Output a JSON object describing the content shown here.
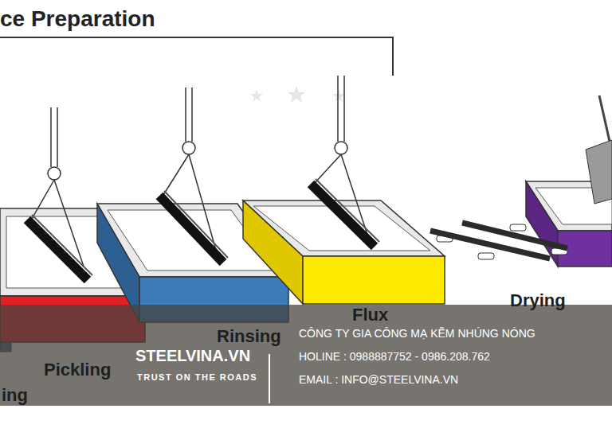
{
  "diagram": {
    "title": "ce Preparation",
    "nodes": [
      {
        "text": [
          "STEELVINA.VN",
          "TRUST ON THE ROADS",
          "CÔNG TY GIA CÔNG MẠ KẼM NHÚNG NÓNG",
          "HOLINE : 0988887752 - 0986.208.762",
          "EMAIL : INFO@STEELVINA.VN"
        ]
      }
    ],
    "labels": [
      "ing",
      "Pickling",
      "Rinsing",
      "Flux",
      "Drying"
    ]
  }
}
